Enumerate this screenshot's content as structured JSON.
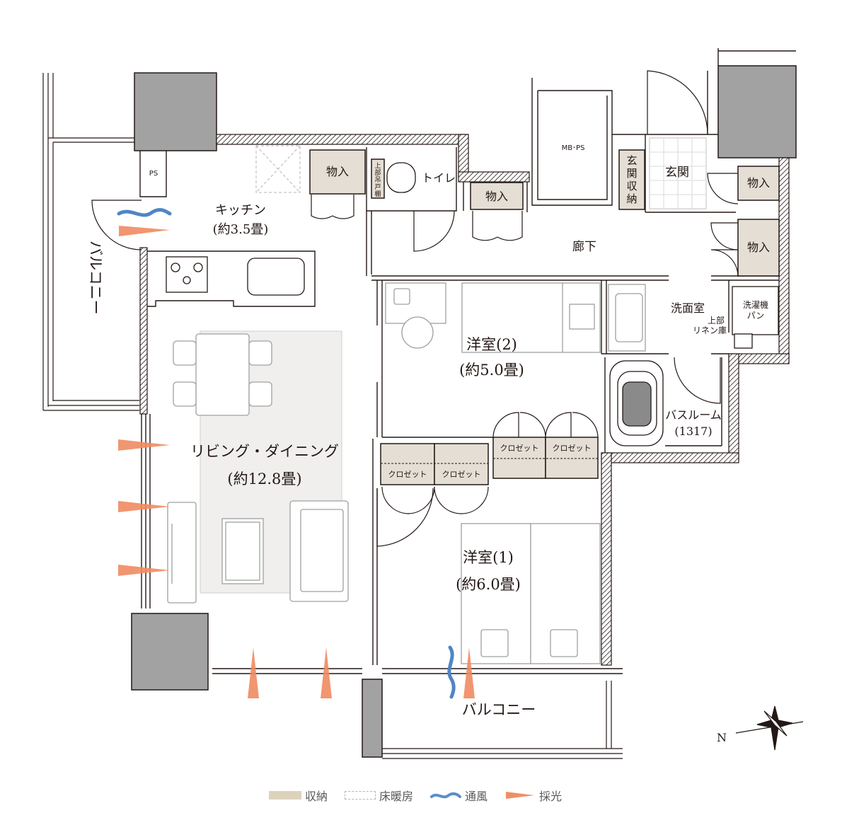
{
  "rooms": {
    "kitchen": {
      "name": "キッチン",
      "size": "(約3.5畳)"
    },
    "living": {
      "name": "リビング・ダイニング",
      "size": "(約12.8畳)"
    },
    "western2": {
      "name": "洋室(2)",
      "size": "(約5.0畳)"
    },
    "western1": {
      "name": "洋室(1)",
      "size": "(約6.0畳)"
    },
    "bathroom": {
      "name": "バスルーム",
      "size": "(1317)"
    },
    "washroom": {
      "name": "洗面室"
    },
    "toilet": {
      "name": "トイレ"
    },
    "corridor": {
      "name": "廊下"
    },
    "entrance": {
      "name": "玄関"
    },
    "balcony_west": {
      "name": "バルコニー"
    },
    "balcony_south": {
      "name": "バルコニー"
    }
  },
  "storage": {
    "kitchen_store": "物入",
    "corridor_store": "物入",
    "entrance_store_top": "物入",
    "entrance_store_mid": "物入",
    "entrance_shoe": [
      "玄",
      "関",
      "収",
      "納"
    ],
    "closet_w2_a": "クロゼット",
    "closet_w2_b": "クロゼット",
    "closet_w1_a": "クロゼット",
    "closet_w1_b": "クロゼット",
    "upper_shelf": [
      "上",
      "部",
      "吊",
      "戸",
      "棚"
    ],
    "linen": [
      "上部",
      "リネン庫"
    ],
    "washer_pan": [
      "洗濯機",
      "パン"
    ]
  },
  "labels": {
    "ps": "PS",
    "mbps": "MB･PS",
    "compass_n": "N"
  },
  "legend": [
    {
      "label": "収納",
      "color": "#ddd3bd",
      "icon": "storage-swatch"
    },
    {
      "label": "床暖房",
      "color": "#b5b5b6",
      "icon": "floor-heating-swatch"
    },
    {
      "label": "通風",
      "color": "#5b8fc9",
      "icon": "ventilation-wave-icon"
    },
    {
      "label": "採光",
      "color": "#ef8e66",
      "icon": "daylight-triangle-icon"
    }
  ],
  "colors": {
    "storage": "#e5ded4",
    "pillar": "#a2a2a2",
    "wall": "#231815",
    "light": "#f08b61",
    "wind": "#4f86c4",
    "furniture": "#9fa0a0"
  }
}
